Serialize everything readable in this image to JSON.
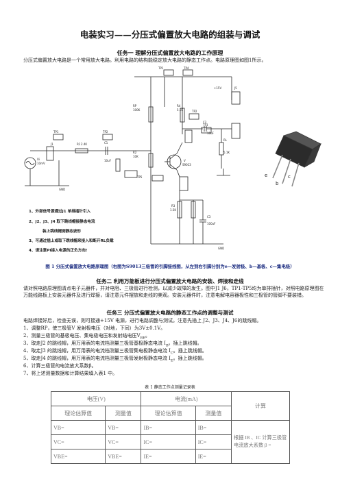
{
  "doc": {
    "title": "电装实习——分压式偏置放大电路的组装与调试",
    "task1": {
      "heading": "任务一 理解分压式偏置放大电路的工作原理",
      "para": "分压式偏置放大电路是一个常用放大电路。利用电路的结构能稳定放大电路的静态工作点。电路原理图如图1所示。"
    },
    "notes": [
      "1、外部信号源通过J1 单排插针引入",
      "2、J2、J3、J4 取下跳线帽接静态电流",
      "装上跳线帽测静态波形",
      "3、可通过插上或取下跳线帽来接入和断开RL负载",
      "4、请注意PI接入电源的正负方向!"
    ],
    "figure_caption": "图 1 分压式偏置放大电路原理图（右图为S9013三极管的引脚接线图，从左到右引脚分别为e—发射极、b—基极、c—集电极）",
    "task2": {
      "heading": "任务二 利用万能板进行分压式偏置放大电路的安装、焊接和走线",
      "para": "请对照电路原理图清点电子元器件，并对电阻、三极管进行检测，以减少故障的发生。图中J1 J6，TP1-TP5均为单排插针，对照电路原理图在万能线路板上安装元器件及进行焊接，请注意元件摆放和走线的美观。安装元器件时，注意电解电容器极性和三极管的管脚不要装错。"
    },
    "task3": {
      "heading": "任务三 分压式偏置放大电路的静态工作点的调整与测试",
      "intro": "电路焊接好后，检查无误，则可接通+15V 电源，进行电路调整与测试。注意先插上 J2、J3、J4、J6的跳线帽。",
      "steps": [
        "1、调整RP，使三极管V 发射极电压（对地，下同）为3V±0.1V。",
        "2、测量三极管的基极电压、集电极电压和发射结电压V",
        "3、取走J2 的跳线帽，用万用表的电流档测量三极管基极静态电流 I",
        "4、取走J3 的跳线帽，用万用表的电流档测量三极管集电极静态电流 I",
        "5、取走J4 的跳线帽，用万用表的电流档测量三极管发射极静态电流 I",
        "6、计算三极管的电流放大系数β。",
        "7、将上述测量数据和计算结果填入表1 中。"
      ],
      "step_subs": [
        "BE",
        "B",
        "C",
        "E"
      ],
      "step_tails": [
        "。",
        "。插上跳线帽。",
        "。插上跳线帽。",
        "。插上跳线帽。"
      ]
    },
    "table": {
      "caption": "表 1 静态工作点测量记录表",
      "group_voltage": "电压(V)",
      "group_current": "电流(mA)",
      "group_calc": "计算",
      "col_est1": "理论估算值",
      "col_meas1": "测量值",
      "col_est2": "理论估算值",
      "col_meas2": "测量值",
      "rows": [
        [
          "VB=",
          "VB=",
          "IB=",
          "IB="
        ],
        [
          "VC=",
          "VC=",
          "IC=",
          "IC="
        ],
        [
          "VBE=",
          "VBE=",
          "IE=",
          "IE="
        ]
      ],
      "calc_note": "根据 IB 、IC 计算三极管电流放大系数 β ="
    },
    "schematic": {
      "labels": [
        "TP1",
        "TP4",
        "+15V",
        "J5",
        "RP",
        "100K",
        "R4",
        "5.1K",
        "TP2",
        "TP3",
        "R1",
        "2.4K",
        "C1",
        "10uF",
        "J2",
        "R2",
        "10K",
        "C2",
        "10uF",
        "J3",
        "V",
        "S9013",
        "TP5",
        "R3",
        "1.5K",
        "J4",
        "RL",
        "5.1K",
        "C3",
        "100uF",
        "J6",
        "GND",
        "Ui",
        "10mV"
      ]
    },
    "pinout": [
      "e",
      "b",
      "c"
    ]
  }
}
